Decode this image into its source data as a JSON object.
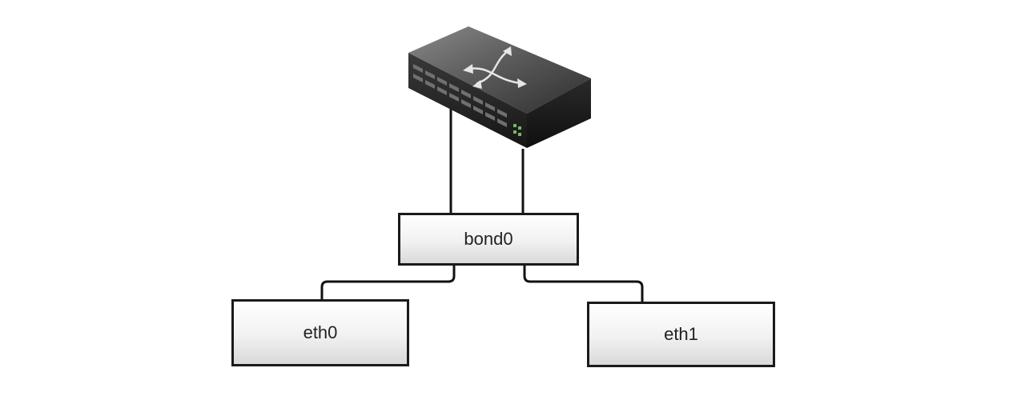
{
  "nodes": {
    "bond": {
      "label": "bond0"
    },
    "left_interface": {
      "label": "eth0"
    },
    "right_interface": {
      "label": "eth1"
    }
  },
  "switch": {
    "icon": "network-switch-icon"
  },
  "colors": {
    "line": "#111111",
    "box_border": "#1a1a1a",
    "switch_body": "#3a3a3a",
    "switch_front": "#1c1c1c",
    "switch_port": "#6b6b6b",
    "switch_led": "#7bb661"
  }
}
